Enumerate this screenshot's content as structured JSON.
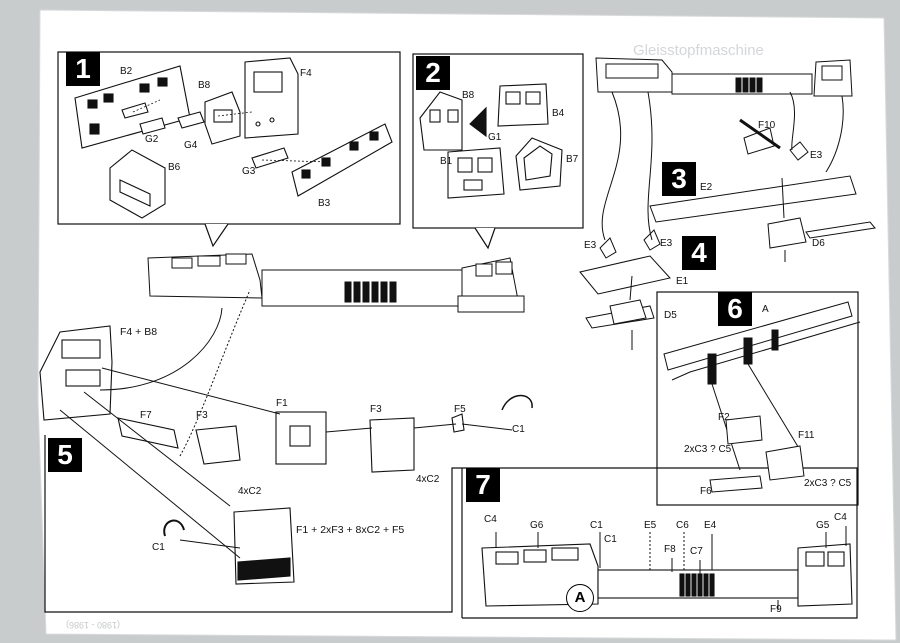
{
  "header": {
    "faint_title": "Gleisstopfmaschine"
  },
  "steps": [
    {
      "num": "1"
    },
    {
      "num": "2"
    },
    {
      "num": "3"
    },
    {
      "num": "4"
    },
    {
      "num": "5"
    },
    {
      "num": "6"
    },
    {
      "num": "7"
    }
  ],
  "step1": {
    "labels": [
      "B2",
      "B8",
      "F4",
      "G2",
      "G4",
      "B6",
      "G3",
      "B3"
    ]
  },
  "step2": {
    "labels": [
      "B8",
      "B4",
      "G1",
      "B1",
      "B7"
    ]
  },
  "step3": {
    "labels": [
      "F10",
      "E3",
      "E2",
      "D6"
    ]
  },
  "step4": {
    "labels": [
      "E3",
      "E3",
      "E1",
      "D5"
    ]
  },
  "step5": {
    "labels": [
      "F4 + B8",
      "F1",
      "F7",
      "F3",
      "F3",
      "F5",
      "C1",
      "4xC2",
      "4xC2",
      "C1"
    ],
    "formula": "F1 + 2xF3 + 8xC2 + F5"
  },
  "step6": {
    "labels": [
      "A",
      "F2",
      "2xC3 ? C5",
      "F11",
      "F6",
      "2xC3 ? C5"
    ]
  },
  "step7": {
    "labels": [
      "C4",
      "G6",
      "C1",
      "C1",
      "E5",
      "C6",
      "E4",
      "G5",
      "C4",
      "F8",
      "C7",
      "F9"
    ],
    "marker": "A"
  },
  "footer": {
    "faint_code": "(1980 - 1986)"
  }
}
